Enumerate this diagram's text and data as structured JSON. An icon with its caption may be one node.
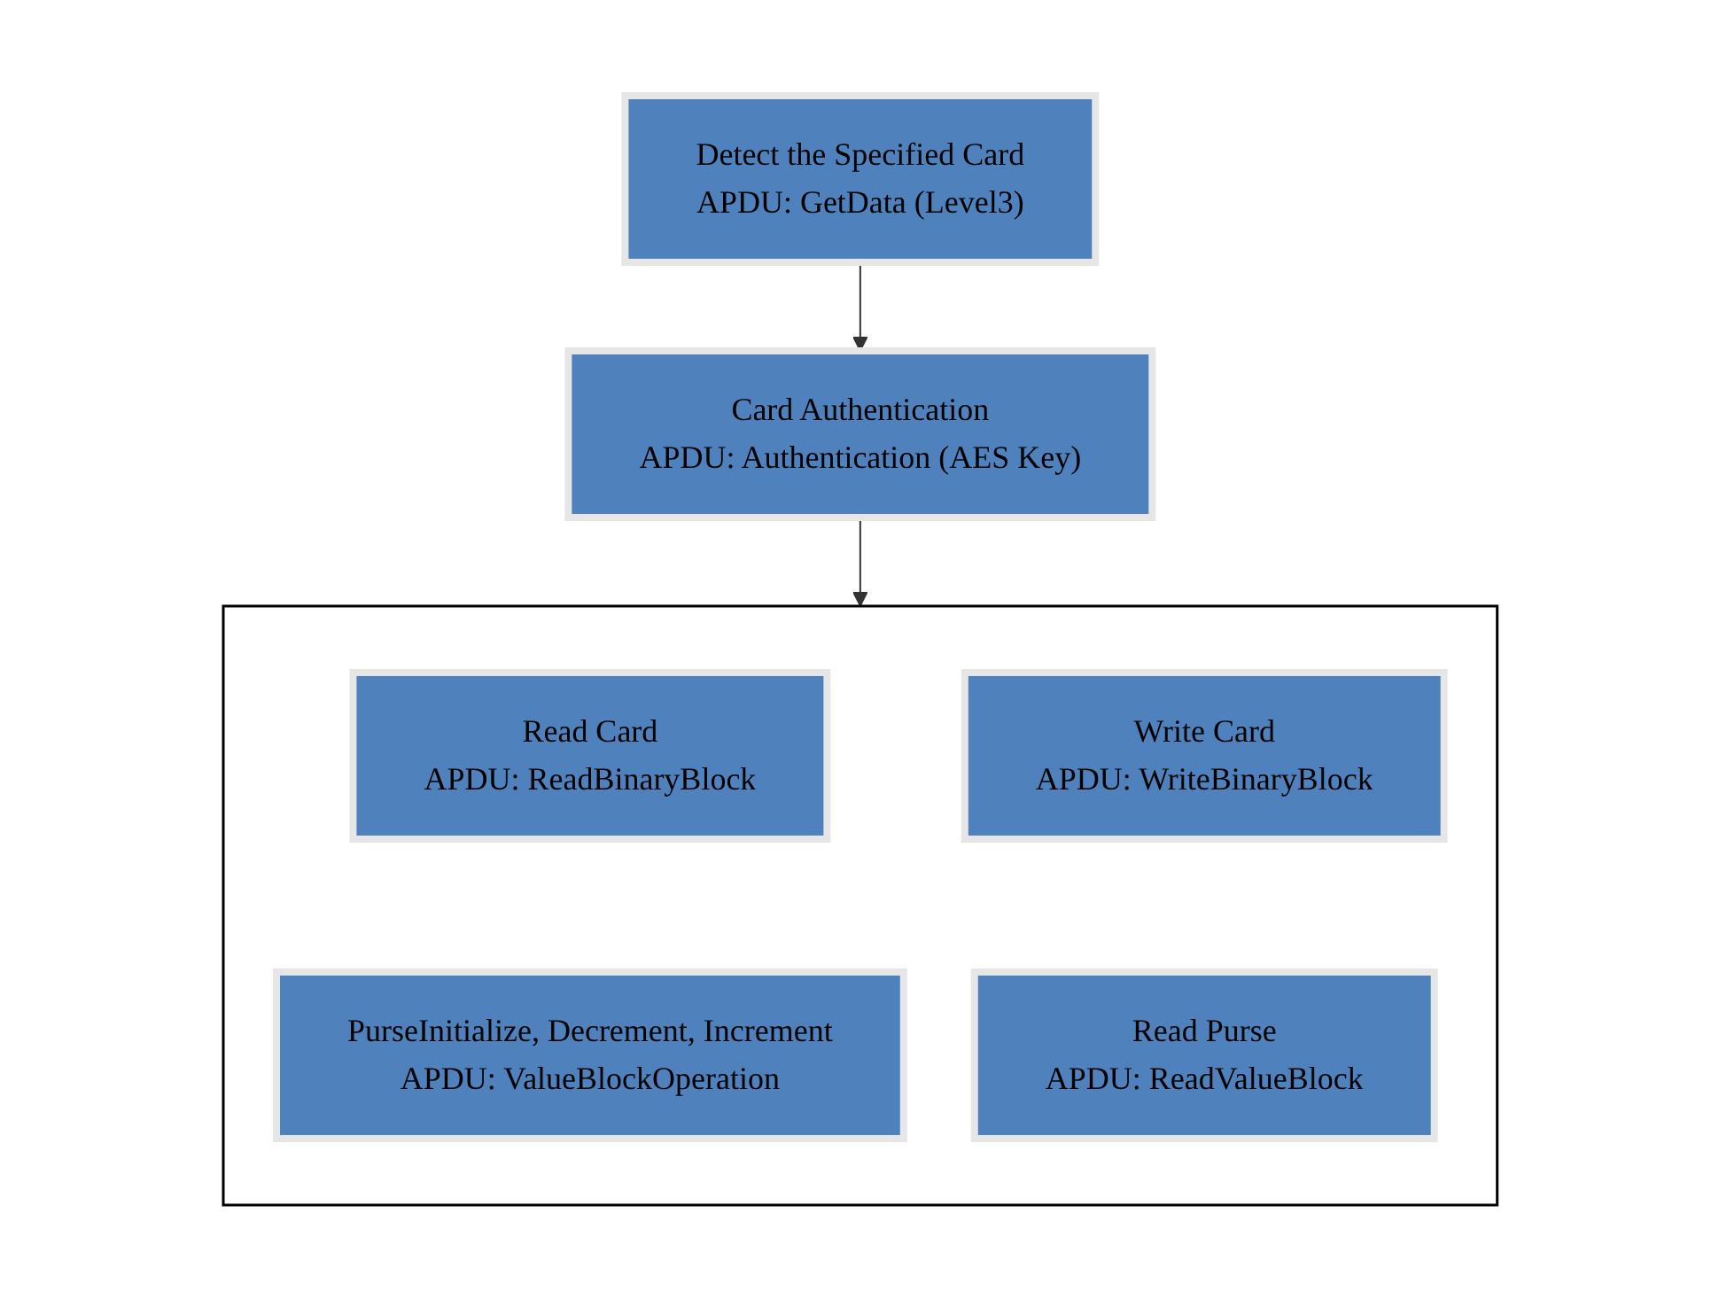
{
  "diagram": {
    "nodes": [
      {
        "text": [
          "Detect the Specified Card",
          "APDU: GetData (Level3)"
        ]
      },
      {
        "text": [
          "Card Authentication",
          "APDU: Authentication (AES Key)"
        ]
      },
      {
        "text": [],
        "shape": "box"
      },
      {
        "text": [
          "Read Card",
          "APDU: ReadBinaryBlock"
        ],
        "in": 2
      },
      {
        "text": [
          "Write Card",
          "APDU: WriteBinaryBlock"
        ],
        "in": 2
      },
      {
        "text": [
          "PurseInitialize, Decrement, Increment",
          "APDU: ValueBlockOperation"
        ],
        "in": 2
      },
      {
        "text": [
          "Read Purse",
          "APDU: ReadValueBlock"
        ],
        "in": 2
      }
    ],
    "edges": [
      {
        "from": 0,
        "to": 1,
        "arrow": "to"
      },
      {
        "from": 1,
        "to": 2,
        "arrow": "to"
      }
    ]
  }
}
